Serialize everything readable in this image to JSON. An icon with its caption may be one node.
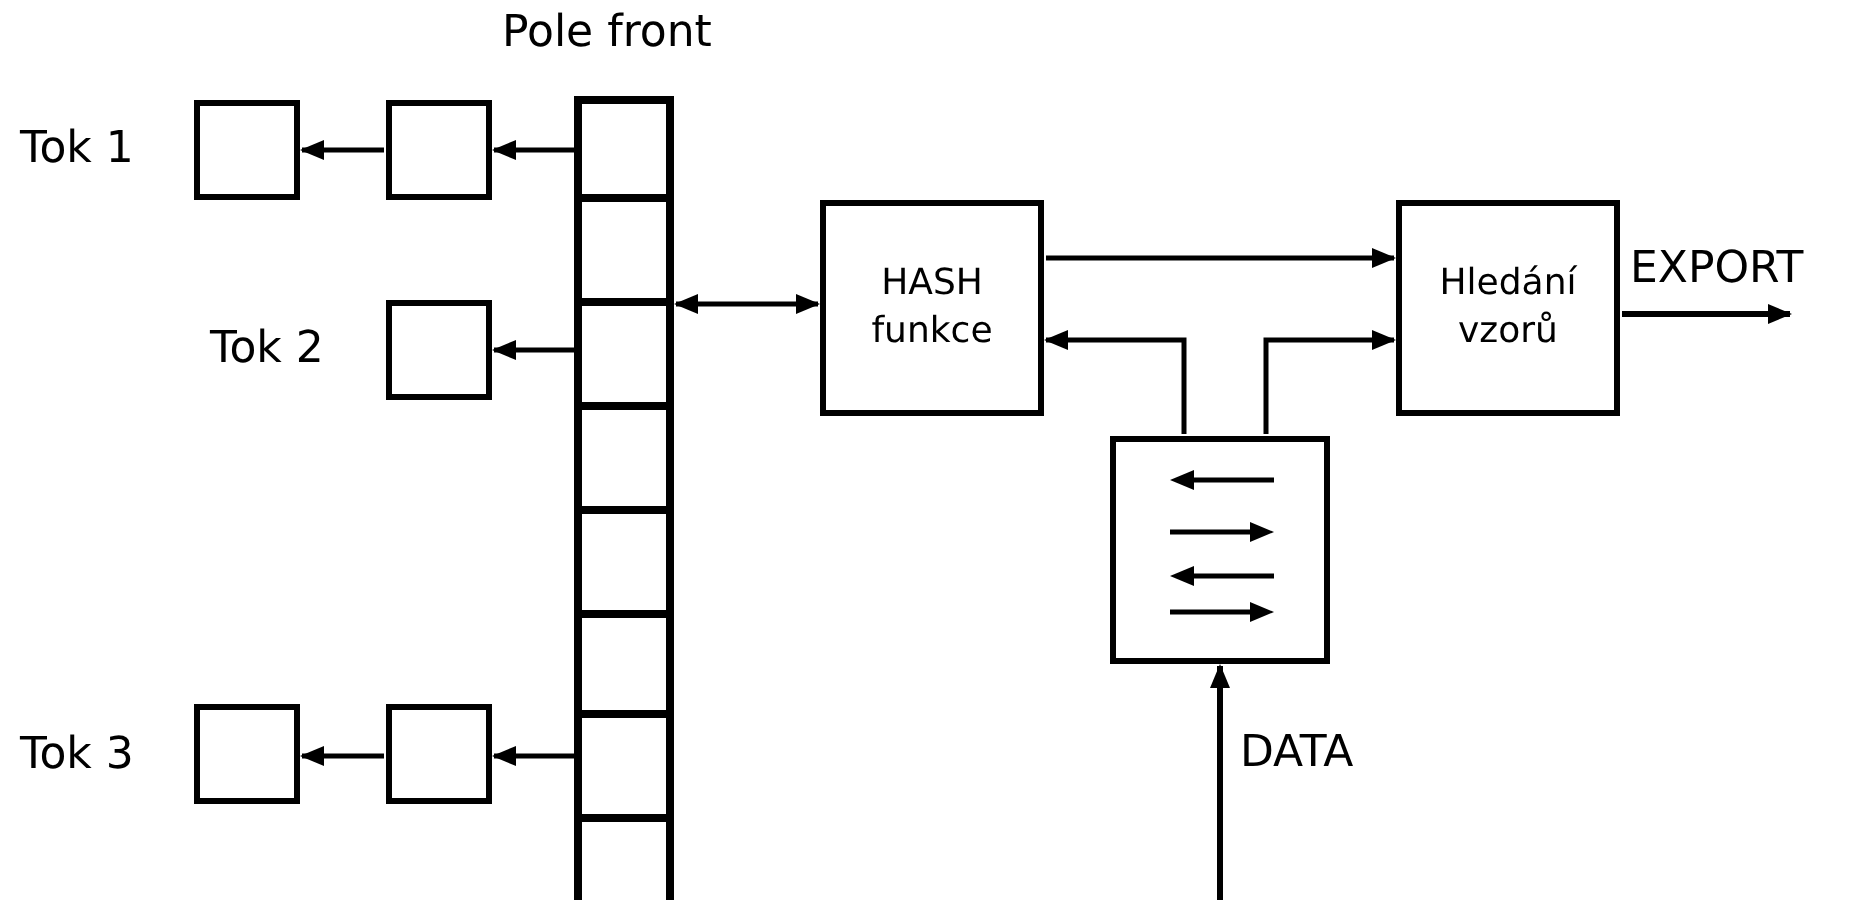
{
  "diagram": {
    "nodes": [
      {
        "text": [
          "Pole front"
        ]
      },
      {
        "text": [],
        "shape": "box",
        "in": 0
      },
      {
        "text": [],
        "shape": "box",
        "in": 0
      },
      {
        "text": [],
        "shape": "box",
        "in": 0
      },
      {
        "text": [],
        "shape": "box",
        "in": 0
      },
      {
        "text": [],
        "shape": "box",
        "in": 0
      },
      {
        "text": [],
        "shape": "box",
        "in": 0
      },
      {
        "text": [],
        "shape": "box",
        "in": 0
      },
      {
        "text": [],
        "shape": "box",
        "in": 0
      },
      {
        "text": [],
        "shape": "box",
        "beside": [
          "Tok 1"
        ]
      },
      {
        "text": [],
        "shape": "box"
      },
      {
        "text": [],
        "shape": "box",
        "beside": [
          "Tok 2"
        ]
      },
      {
        "text": [],
        "shape": "box",
        "beside": [
          "Tok 3"
        ]
      },
      {
        "text": [],
        "shape": "box"
      },
      {
        "text": [
          "HASH funkce"
        ]
      },
      {
        "text": [
          "Hledání vzorů"
        ]
      },
      {
        "text": [],
        "shape": "box"
      }
    ],
    "edges": [
      {
        "from": 1,
        "to": 10,
        "arrow": "to"
      },
      {
        "from": 10,
        "to": 9,
        "arrow": "to"
      },
      {
        "from": 3,
        "to": 11,
        "arrow": "to"
      },
      {
        "from": 7,
        "to": 13,
        "arrow": "to"
      },
      {
        "from": 13,
        "to": 12,
        "arrow": "to"
      },
      {
        "from": 0,
        "to": 14,
        "arrow": "both"
      },
      {
        "from": 14,
        "to": 15,
        "arrow": "to"
      },
      {
        "from": 16,
        "to": 14,
        "arrow": "to"
      },
      {
        "from": 16,
        "to": 15,
        "arrow": "to"
      },
      {
        "from": 15,
        "to": null,
        "arrow": "to",
        "label": "EXPORT"
      },
      {
        "from": null,
        "to": 16,
        "arrow": "to",
        "label": "DATA"
      }
    ]
  }
}
